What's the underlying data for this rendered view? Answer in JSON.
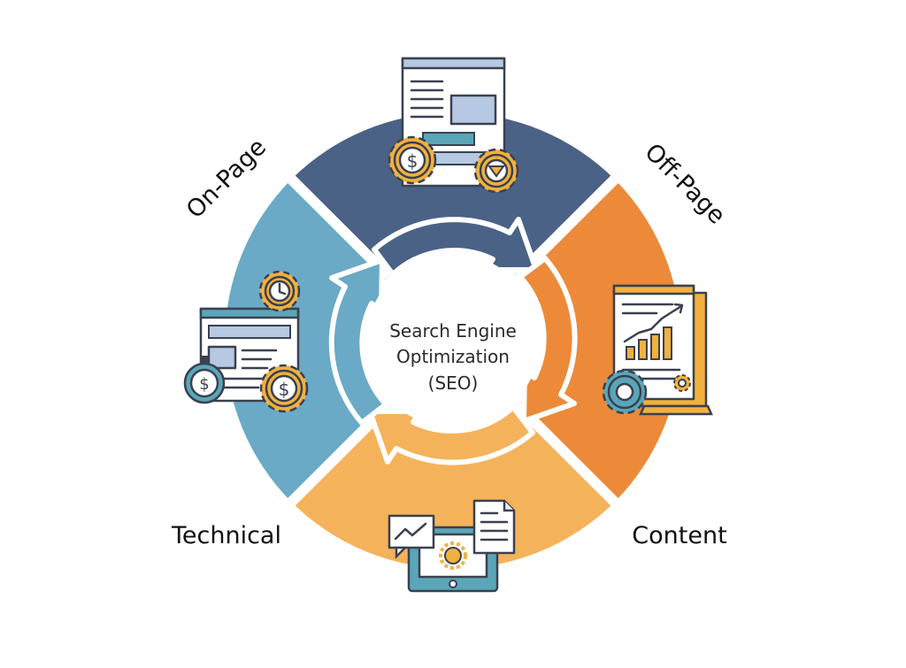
{
  "center": {
    "line1": "Search Engine",
    "line2": "Optimization",
    "line3": "(SEO)"
  },
  "segments": [
    {
      "label": "On-Page",
      "color": "#4a6286"
    },
    {
      "label": "Off-Page",
      "color": "#ec8a3a"
    },
    {
      "label": "Content",
      "color": "#f4b35a"
    },
    {
      "label": "Technical",
      "color": "#6aaac6"
    }
  ],
  "icons": {
    "top": "webpage-with-gears-icon",
    "right": "growth-chart-document-icon",
    "bottom": "tablet-content-icon",
    "left": "webpage-dollar-gears-icon"
  },
  "colors": {
    "gear": "#f2b13f",
    "outline": "#3a4150",
    "panel_blue": "#b7c9e2",
    "panel_teal": "#5aa6b8"
  }
}
